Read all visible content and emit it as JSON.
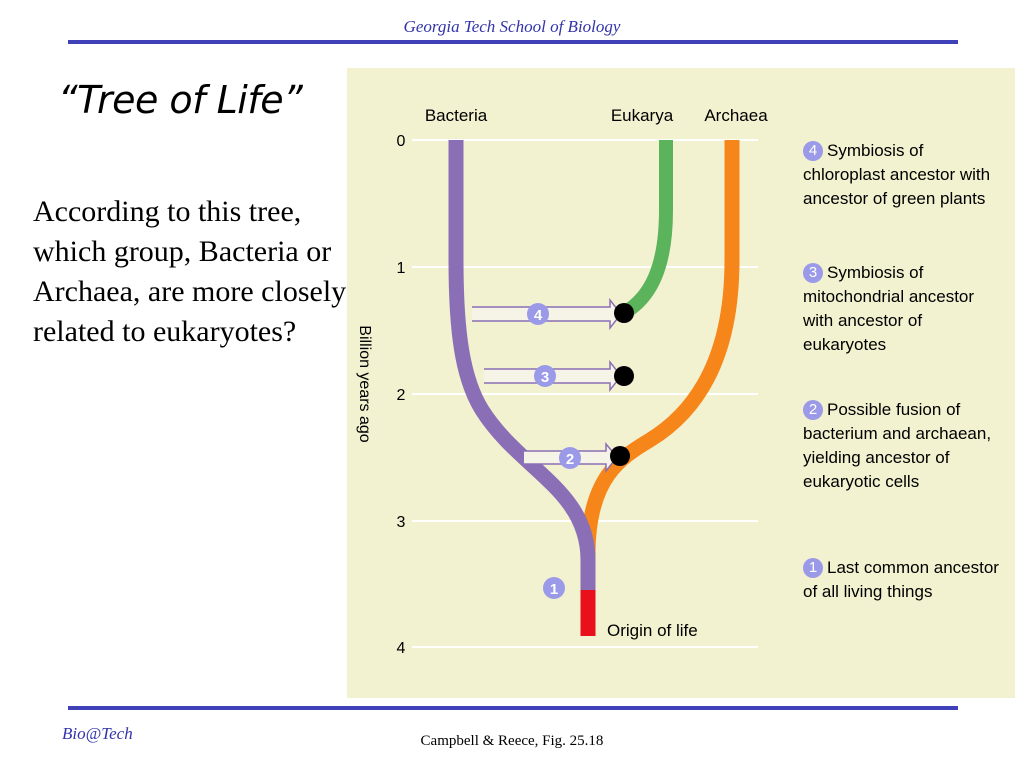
{
  "header": {
    "title": "Georgia Tech School of Biology"
  },
  "slide": {
    "title": "“Tree of Life”",
    "question": "According to this tree, which group, Bacteria or Archaea, are more closely related to eukaryotes?"
  },
  "diagram": {
    "groups": {
      "bacteria": "Bacteria",
      "eukarya": "Eukarya",
      "archaea": "Archaea"
    },
    "axis_label": "Billion years ago",
    "ticks": [
      "0",
      "1",
      "2",
      "3",
      "4"
    ],
    "origin_label": "Origin of life",
    "markers": [
      "1",
      "2",
      "3",
      "4"
    ],
    "notes": [
      {
        "num": "4",
        "text": "Symbiosis of chloroplast ancestor with ancestor of green plants"
      },
      {
        "num": "3",
        "text": "Symbiosis of mitochondrial ancestor with ancestor of eukaryotes"
      },
      {
        "num": "2",
        "text": "Possible fusion of bacterium and archaean, yielding ancestor of eukaryotic cells"
      },
      {
        "num": "1",
        "text": "Last common ancestor of all living things"
      }
    ],
    "colors": {
      "bacteria": "#8a6fb6",
      "eukarya": "#3f6fb5",
      "green_plants": "#5bb35b",
      "archaea": "#f6861a",
      "origin": "#e8101a",
      "badge": "#9a9ae8",
      "panel": "#f2f1d0"
    }
  },
  "footer": {
    "left": "Bio@Tech",
    "source": "Campbell & Reece, Fig. 25.18"
  }
}
